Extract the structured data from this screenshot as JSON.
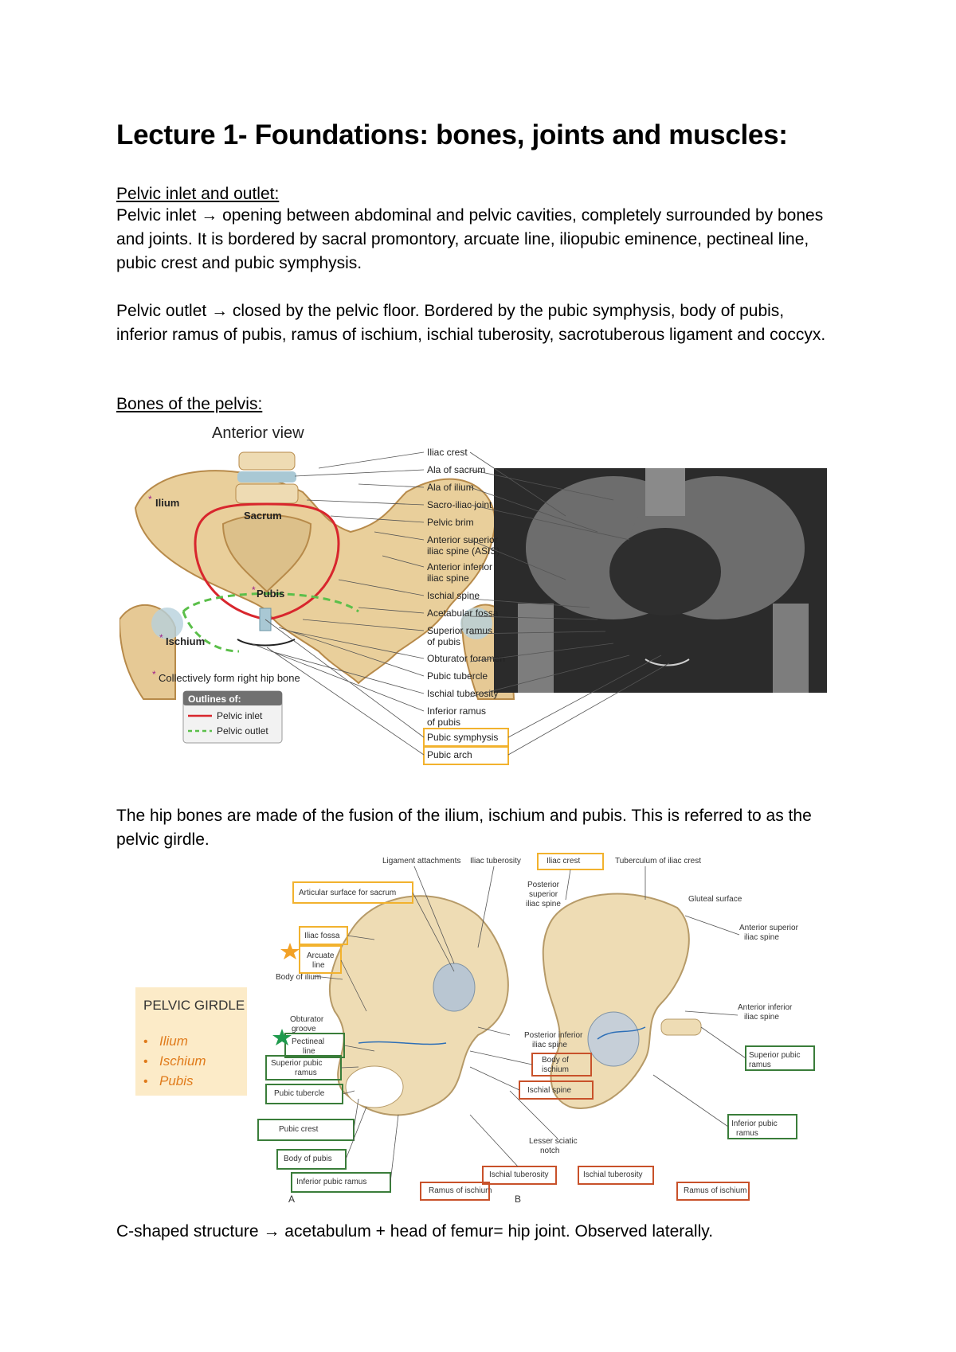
{
  "title": "Lecture 1- Foundations: bones, joints and muscles:",
  "sections": {
    "inlet_outlet_heading": "Pelvic inlet and outlet:",
    "inlet_label": "Pelvic inlet",
    "inlet_text": "opening between abdominal and pelvic cavities, completely surrounded by bones and joints. It is bordered by sacral promontory, arcuate line, iliopubic eminence, pectineal line, pubic crest and pubic symphysis.",
    "outlet_label": "Pelvic outlet",
    "outlet_text": "closed by the pelvic floor. Bordered by the pubic symphysis, body of pubis, inferior ramus of pubis, ramus of ischium, ischial tuberosity, sacrotuberous ligament and coccyx.",
    "bones_heading": "Bones of the pelvis:",
    "hip_text": "The hip bones are made of the fusion of the ilium, ischium and pubis. This is referred to as the pelvic girdle.",
    "c_shaped_label": "C-shaped structure",
    "c_shaped_text": "acetabulum + head of femur= hip joint. Observed laterally.",
    "arrow_glyph": "→"
  },
  "figure1": {
    "view_title": "Anterior view",
    "labels": {
      "ilium": "Ilium",
      "sacrum": "Sacrum",
      "pubis": "Pubis",
      "ischium": "Ischium",
      "asterisk": "*",
      "note": "Collectively form right hip bone"
    },
    "callouts": [
      "Iliac crest",
      "Ala of sacrum",
      "Ala of ilium",
      "Sacro-iliac joint",
      "Pelvic brim",
      "Anterior superior",
      "iliac spine (ASIS)",
      "Anterior inferior",
      "iliac spine",
      "Ischial spine",
      "Acetabular fossa",
      "Superior ramus",
      "of pubis",
      "Obturator foramen",
      "Pubic tubercle",
      "Ischial tuberosity",
      "Inferior ramus",
      "of pubis",
      "Pubic symphysis",
      "Pubic arch"
    ],
    "legend": {
      "title": "Outlines of:",
      "inlet": "Pelvic inlet",
      "outlet": "Pelvic outlet",
      "inlet_color": "#d8262d",
      "outlet_color": "#5bbf4a"
    },
    "highlight_color": "#f2b22e"
  },
  "figure2": {
    "girdle_box": {
      "title": "PELVIC GIRDLE",
      "items": [
        "Ilium",
        "Ischium",
        "Pubis"
      ],
      "bg_color": "#fcebc8",
      "item_color": "#e07b1b"
    },
    "labels_top": [
      "Ligament attachments",
      "Iliac tuberosity",
      "Iliac crest",
      "Tuberculum of iliac crest"
    ],
    "labels_left": [
      "Articular surface for sacrum",
      "Iliac fossa",
      "Arcuate",
      "line",
      "Body of ilium",
      "Obturator",
      "groove",
      "Pectineal",
      "line",
      "Superior pubic",
      "ramus",
      "Pubic tubercle",
      "Pubic crest",
      "Body of pubis",
      "Inferior pubic ramus"
    ],
    "labels_middle": [
      "Posterior",
      "superior",
      "iliac spine",
      "Posterior inferior",
      "iliac spine",
      "Body of",
      "ischium",
      "Ischial spine",
      "Lesser sciatic",
      "notch",
      "Ischial tuberosity",
      "Ramus of ischium"
    ],
    "labels_right": [
      "Gluteal surface",
      "Anterior superior",
      "iliac spine",
      "Anterior inferior",
      "iliac spine",
      "Superior pubic",
      "ramus",
      "Inferior pubic",
      "ramus",
      "Ischial tuberosity",
      "Ramus of ischium"
    ],
    "panel_a": "A",
    "panel_b": "B",
    "box_colors": {
      "orange": "#f2b22e",
      "green": "#3a7d3a",
      "red": "#c8512a"
    },
    "star_colors": {
      "orange": "#f2a126",
      "green": "#1f9a4d"
    }
  }
}
